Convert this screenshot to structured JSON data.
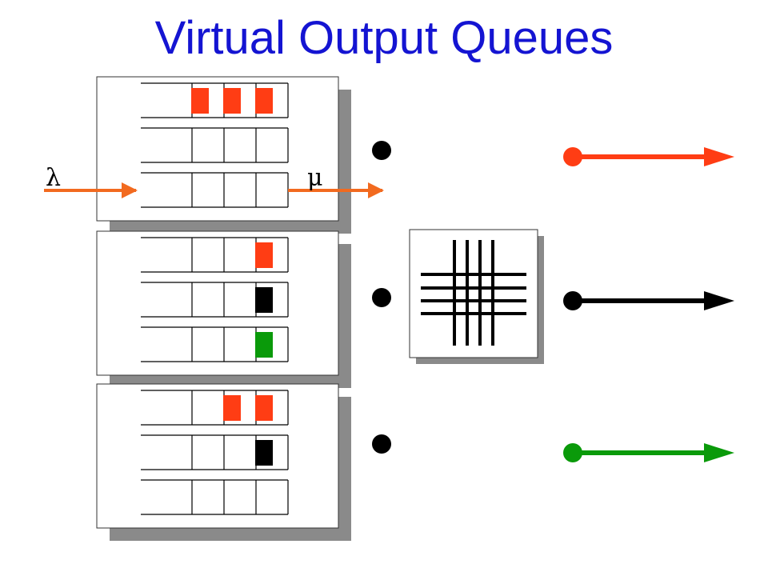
{
  "title": "Virtual Output Queues",
  "labels": {
    "arrival_rate": "λ",
    "service_rate": "μ"
  },
  "colors": {
    "red": "#ff3d14",
    "black": "#000000",
    "green": "#0a9a0a",
    "orange_arrow": "#f26a1f",
    "shadow": "#8a8a8a"
  },
  "inputs": [
    {
      "queues": [
        [
          "red",
          "red",
          "red"
        ],
        [],
        []
      ]
    },
    {
      "queues": [
        [
          "red"
        ],
        [
          "black"
        ],
        [
          "green"
        ]
      ]
    },
    {
      "queues": [
        [
          "red",
          "red"
        ],
        [
          "black"
        ],
        []
      ]
    }
  ],
  "outputs": [
    {
      "color": "red"
    },
    {
      "color": "black"
    },
    {
      "color": "green"
    }
  ]
}
